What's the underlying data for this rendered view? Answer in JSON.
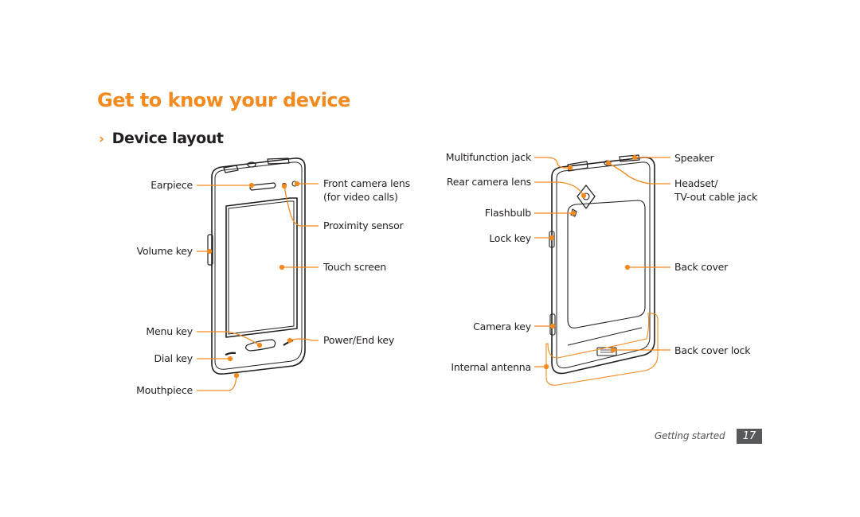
{
  "page": {
    "title": "Get to know your device",
    "section_bullet": "›",
    "section_title": "Device layout"
  },
  "front_labels": {
    "earpiece": "Earpiece",
    "volume_key": "Volume key",
    "menu_key": "Menu key",
    "dial_key": "Dial key",
    "mouthpiece": "Mouthpiece",
    "front_camera_line1": "Front camera lens",
    "front_camera_line2": "(for video calls)",
    "proximity_sensor": "Proximity sensor",
    "touch_screen": "Touch screen",
    "power_end_key": "Power/End key"
  },
  "back_labels": {
    "multifunction_jack": "Multifunction jack",
    "rear_camera_lens": "Rear camera lens",
    "flashbulb": "Flashbulb",
    "lock_key": "Lock key",
    "camera_key": "Camera key",
    "internal_antenna": "Internal antenna",
    "speaker": "Speaker",
    "headset_line1": "Headset/",
    "headset_line2": "TV-out cable jack",
    "back_cover": "Back cover",
    "back_cover_lock": "Back cover lock"
  },
  "footer": {
    "section": "Getting started",
    "page_number": "17"
  },
  "colors": {
    "accent": "#f28a1f",
    "text": "#231f20",
    "page_box": "#58595b"
  }
}
